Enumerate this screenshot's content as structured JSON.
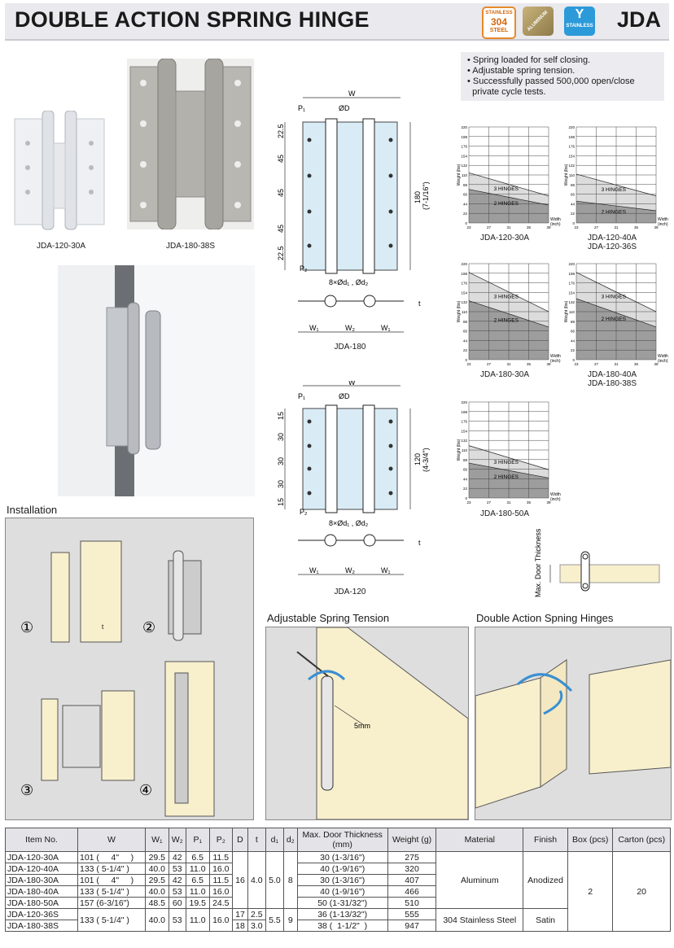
{
  "header": {
    "title": "DOUBLE ACTION SPRING HINGE",
    "code": "JDA",
    "badges": [
      {
        "name": "stainless-304-steel",
        "lines": [
          "STAINLESS",
          "304",
          "STEEL"
        ],
        "color": "#e8892a"
      },
      {
        "name": "aluminum",
        "text": "ALUMINUM",
        "color": "#b09a5e"
      },
      {
        "name": "stainless",
        "text": "STAINLESS",
        "color": "#2c9ad9"
      }
    ]
  },
  "photos": {
    "caption_small": "JDA-120-30A",
    "caption_large": "JDA-180-38S"
  },
  "features": [
    "• Spring loaded for self closing.",
    "• Adjustable spring tension.",
    "• Successfully passed 500,000 open/close",
    "  private cycle tests."
  ],
  "drawings": {
    "jda180": {
      "caption": "JDA-180",
      "w": "W",
      "p1": "P₁",
      "p2": "P₂",
      "d": "ØD",
      "dims_left": [
        "22.5",
        "45",
        "45",
        "45",
        "22.5"
      ],
      "height": "180",
      "height_inch": "(7-1/16\")",
      "holes": "8×Ød₁ , Ød₂",
      "w1": "W₁",
      "w2": "W₂",
      "t": "t"
    },
    "jda120": {
      "caption": "JDA-120",
      "w": "W",
      "p1": "P₁",
      "p2": "P₂",
      "d": "ØD",
      "dims_left": [
        "15",
        "30",
        "30",
        "30",
        "15"
      ],
      "height": "120",
      "height_inch": "(4-3/4\")",
      "holes": "8×Ød₁ , Ød₂",
      "w1": "W₁",
      "w2": "W₂",
      "t": "t"
    }
  },
  "chart_data": [
    {
      "type": "area",
      "caption": [
        "JDA-120-30A"
      ],
      "ylabel": "Weight (lbs)",
      "xlabel": "Width (inch)",
      "y_ticks": [
        0,
        22,
        44,
        66,
        88,
        110,
        132,
        154,
        176,
        198,
        220
      ],
      "x_ticks": [
        23,
        27,
        31,
        35,
        39
      ],
      "series": [
        {
          "name": "3 HINGES",
          "x": [
            23,
            39
          ],
          "y": [
            115,
            62
          ]
        },
        {
          "name": "2 HINGES",
          "x": [
            23,
            39
          ],
          "y": [
            77,
            41
          ]
        }
      ]
    },
    {
      "type": "area",
      "caption": [
        "JDA-120-40A",
        "JDA-120-36S"
      ],
      "ylabel": "Weight (lbs)",
      "xlabel": "Width (inch)",
      "y_ticks": [
        0,
        22,
        44,
        66,
        88,
        110,
        132,
        154,
        176,
        198,
        220
      ],
      "x_ticks": [
        23,
        27,
        31,
        35,
        39
      ],
      "series": [
        {
          "name": "3 HINGES",
          "x": [
            23,
            39
          ],
          "y": [
            112,
            62
          ]
        },
        {
          "name": "2 HINGES",
          "x": [
            23,
            39
          ],
          "y": [
            50,
            28
          ]
        }
      ]
    },
    {
      "type": "area",
      "caption": [
        "JDA-180-30A"
      ],
      "ylabel": "Weight (lbs)",
      "xlabel": "Width (inch)",
      "y_ticks": [
        0,
        22,
        44,
        66,
        88,
        110,
        132,
        154,
        176,
        198,
        220
      ],
      "x_ticks": [
        23,
        27,
        31,
        35,
        39
      ],
      "series": [
        {
          "name": "3 HINGES",
          "x": [
            23,
            39
          ],
          "y": [
            200,
            110
          ]
        },
        {
          "name": "2 HINGES",
          "x": [
            23,
            39
          ],
          "y": [
            135,
            75
          ]
        }
      ]
    },
    {
      "type": "area",
      "caption": [
        "JDA-180-40A",
        "JDA-180-38S"
      ],
      "ylabel": "Weight (lbs)",
      "xlabel": "Width (inch)",
      "y_ticks": [
        0,
        22,
        44,
        66,
        88,
        110,
        132,
        154,
        176,
        198,
        220
      ],
      "x_ticks": [
        23,
        27,
        31,
        35,
        39
      ],
      "series": [
        {
          "name": "3 HINGES",
          "x": [
            23,
            39
          ],
          "y": [
            200,
            110
          ]
        },
        {
          "name": "2 HINGES",
          "x": [
            23,
            39
          ],
          "y": [
            140,
            75
          ]
        }
      ]
    },
    {
      "type": "area",
      "caption": [
        "JDA-180-50A"
      ],
      "ylabel": "Weight (lbs)",
      "xlabel": "Width (inch)",
      "y_ticks": [
        0,
        22,
        44,
        66,
        88,
        110,
        132,
        154,
        176,
        198,
        220
      ],
      "x_ticks": [
        23,
        27,
        31,
        35,
        39
      ],
      "series": [
        {
          "name": "3 HINGES",
          "x": [
            23,
            39
          ],
          "y": [
            120,
            65
          ]
        },
        {
          "name": "2 HINGES",
          "x": [
            23,
            39
          ],
          "y": [
            80,
            46
          ]
        }
      ]
    }
  ],
  "door_thickness_label": "Max. Door Thickness",
  "installation": {
    "title": "Installation",
    "steps": [
      "①",
      "②",
      "③",
      "④"
    ],
    "t_label": "t"
  },
  "tension": {
    "title": "Adjustable Spring Tension",
    "label": "5mm"
  },
  "double_action": {
    "title": "Double Action Spning Hinges"
  },
  "table": {
    "headers": [
      "Item No.",
      "W",
      "W₁",
      "W₂",
      "P₁",
      "P₂",
      "D",
      "t",
      "d₁",
      "d₂",
      "Max. Door Thickness (mm)",
      "Weight (g)",
      "Material",
      "Finish",
      "Box (pcs)",
      "Carton (pcs)"
    ],
    "rows": [
      {
        "item": "JDA-120-30A",
        "w": "101 (     4\"     )",
        "w1": "29.5",
        "w2": "42",
        "p1": "6.5",
        "p2": "11.5",
        "thick": "30 (1-3/16\")",
        "weight": "275"
      },
      {
        "item": "JDA-120-40A",
        "w": "133 ( 5-1/4\" )",
        "w1": "40.0",
        "w2": "53",
        "p1": "11.0",
        "p2": "16.0",
        "thick": "40 (1-9/16\")",
        "weight": "320"
      },
      {
        "item": "JDA-180-30A",
        "w": "101 (     4\"     )",
        "w1": "29.5",
        "w2": "42",
        "p1": "6.5",
        "p2": "11.5",
        "thick": "30 (1-3/16\")",
        "weight": "407"
      },
      {
        "item": "JDA-180-40A",
        "w": "133 ( 5-1/4\" )",
        "w1": "40.0",
        "w2": "53",
        "p1": "11.0",
        "p2": "16.0",
        "thick": "40 (1-9/16\")",
        "weight": "466"
      },
      {
        "item": "JDA-180-50A",
        "w": "157 (6-3/16\")",
        "w1": "48.5",
        "w2": "60",
        "p1": "19.5",
        "p2": "24.5",
        "thick": "50 (1-31/32\")",
        "weight": "510"
      },
      {
        "item": "JDA-120-36S",
        "thick": "36 (1-13/32\")",
        "weight": "555"
      },
      {
        "item": "JDA-180-38S",
        "thick": "38 (  1-1/2\"  )",
        "weight": "947"
      }
    ],
    "merged": {
      "d_alu": "16",
      "t_alu": "4.0",
      "d1_alu": "5.0",
      "d2_alu": "8",
      "w_ss": "133 ( 5-1/4\" )",
      "w1_ss": "40.0",
      "w2_ss": "53",
      "p1_ss": "11.0",
      "p2_ss": "16.0",
      "d_ss1": "17",
      "t_ss1": "2.5",
      "d_ss2": "18",
      "t_ss2": "3.0",
      "d1_ss": "5.5",
      "d2_ss": "9",
      "material_alu": "Aluminum",
      "finish_alu": "Anodized",
      "material_ss": "304 Stainless Steel",
      "finish_ss": "Satin",
      "box": "2",
      "carton": "20"
    }
  }
}
